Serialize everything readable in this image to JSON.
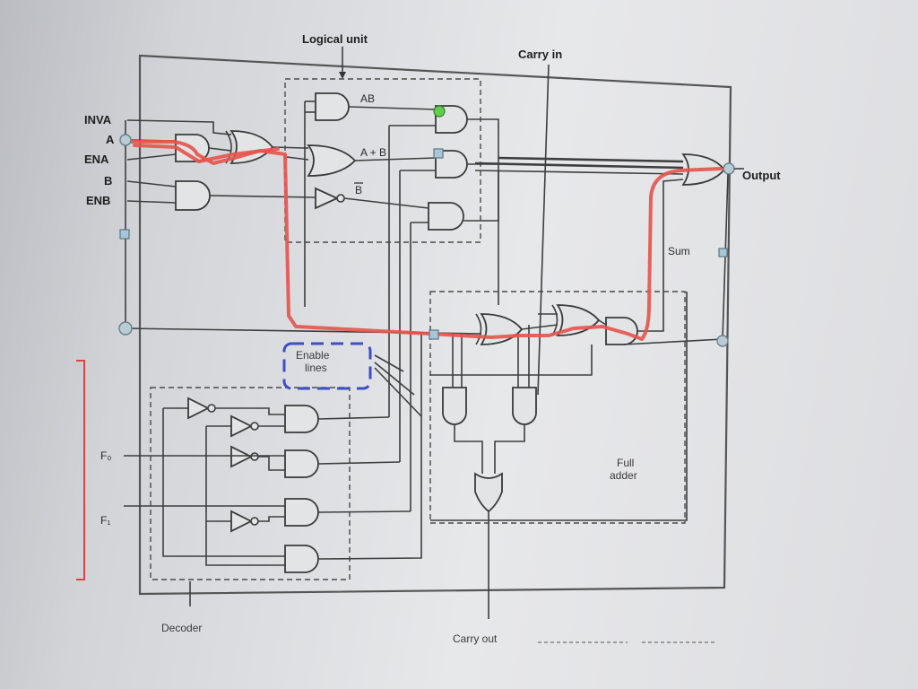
{
  "labels": {
    "title": "Logical unit",
    "carry_in": "Carry in",
    "inva": "INVA",
    "a": "A",
    "ena": "ENA",
    "b": "B",
    "enb": "ENB",
    "ab": "AB",
    "a_plus_b": "A + B",
    "b_bar": "B",
    "output": "Output",
    "sum": "Sum",
    "enable_lines": "Enable\nlines",
    "full_adder": "Full\nadder",
    "f0": "F₀",
    "f1": "F₁",
    "decoder": "Decoder",
    "carry_out": "Carry out"
  },
  "colors": {
    "highlight": "#e5564e",
    "annotation_box": "#3d4fc4",
    "bracket": "#d9473e",
    "node_green": "#5fcf4e"
  }
}
